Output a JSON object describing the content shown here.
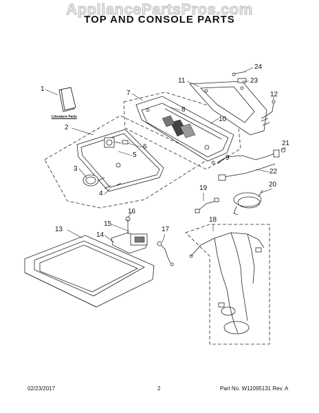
{
  "watermark": "AppliancePartsPros.com",
  "title": "TOP AND CONSOLE PARTS",
  "literature_label": "Literature Parts",
  "callouts": [
    "1",
    "2",
    "3",
    "4",
    "5",
    "6",
    "7",
    "8",
    "9",
    "10",
    "11",
    "12",
    "13",
    "14",
    "15",
    "16",
    "17",
    "18",
    "19",
    "20",
    "21",
    "22",
    "23",
    "24"
  ],
  "footer": {
    "date": "02/23/2017",
    "page_number": "2",
    "part_no": "Part No. W11095131  Rev. A"
  },
  "colors": {
    "line": "#222222",
    "watermark": "#bdbdbd"
  }
}
